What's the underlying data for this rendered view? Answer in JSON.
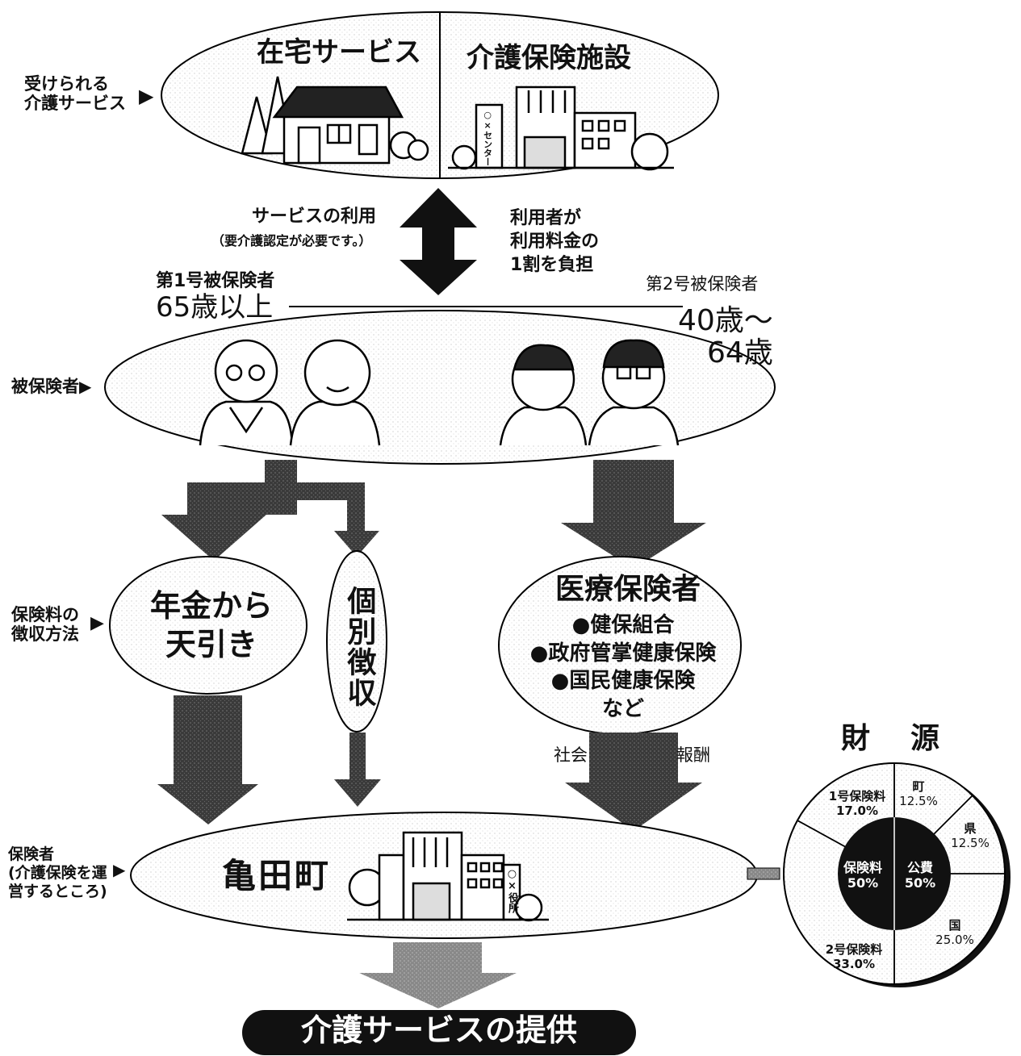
{
  "services": {
    "side_label": [
      "受けられる",
      "介護サービス"
    ],
    "home_title": "在宅サービス",
    "facility_title": "介護保険施設",
    "facility_sign": "○×センター"
  },
  "usage": {
    "left": "サービスの利用",
    "left_note": "（要介護認定が必要です。）",
    "right": [
      "利用者が",
      "利用料金の",
      "1割を負担"
    ]
  },
  "insured": {
    "side_label": "被保険者",
    "first_label": "第1号被保険者",
    "first_age": "65歳以上",
    "second_label": "第2号被保険者",
    "second_age": [
      "40歳〜",
      "64歳"
    ]
  },
  "collection": {
    "side_label": [
      "保険料の",
      "徴収方法"
    ],
    "pension": [
      "年金から",
      "天引き"
    ],
    "individual": "個別徴収",
    "medical_title": "医療保険者",
    "medical_items": [
      "●健保組合",
      "●政府管掌健康保険",
      "●国民健康保険"
    ],
    "medical_etc": "など",
    "note_left": "社会",
    "note_right": "報酬"
  },
  "insurer": {
    "side_label": [
      "保険者",
      "(介護保険を運",
      "営するところ)"
    ],
    "name": "亀田町",
    "sign": "○×役所"
  },
  "result": "介護サービスの提供",
  "funding": {
    "title": [
      "財",
      "源"
    ],
    "inner_left": [
      "保険料",
      "50%"
    ],
    "inner_right": [
      "公費",
      "50%"
    ]
  },
  "chart_data": {
    "type": "pie",
    "title": "財 源",
    "slices": [
      {
        "label": "町",
        "value": 12.5,
        "text": "12.5%"
      },
      {
        "label": "県",
        "value": 12.5,
        "text": "12.5%"
      },
      {
        "label": "国",
        "value": 25.0,
        "text": "25.0%"
      },
      {
        "label": "2号保険料",
        "value": 33.0,
        "text": "33.0%"
      },
      {
        "label": "1号保険料",
        "value": 17.0,
        "text": "17.0%"
      }
    ]
  }
}
